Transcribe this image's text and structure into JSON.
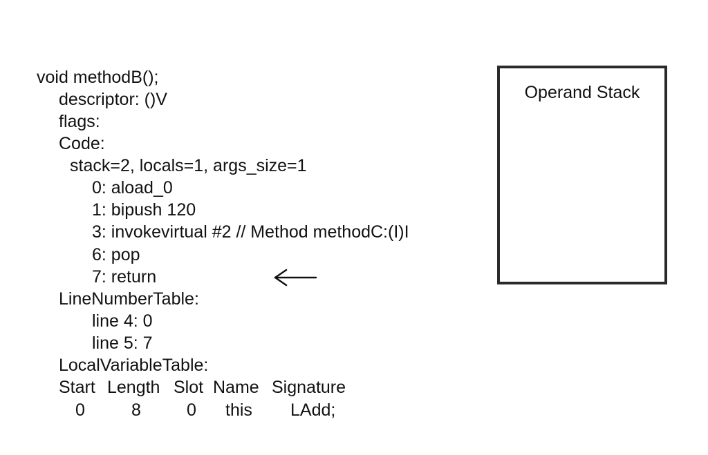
{
  "bytecode": {
    "method_signature": "void methodB();",
    "descriptor": "descriptor: ()V",
    "flags": "flags:",
    "code_label": "Code:",
    "stack_info": "stack=2, locals=1, args_size=1",
    "instructions": [
      "0: aload_0",
      "1: bipush 120",
      "3: invokevirtual #2 // Method methodC:(I)I",
      "6: pop",
      "7: return"
    ],
    "line_number_table_label": "LineNumberTable:",
    "line_entries": [
      "line 4: 0",
      "line 5: 7"
    ],
    "local_variable_table_label": "LocalVariableTable:",
    "local_variable_headers": [
      "Start",
      "Length",
      "Slot",
      "Name",
      "Signature"
    ],
    "local_variable_row": [
      "0",
      "8",
      "0",
      "this",
      "LAdd;"
    ]
  },
  "operand_stack": {
    "title": "Operand Stack"
  },
  "pointer": {
    "icon": "left-arrow-icon",
    "points_to": "7: return"
  }
}
